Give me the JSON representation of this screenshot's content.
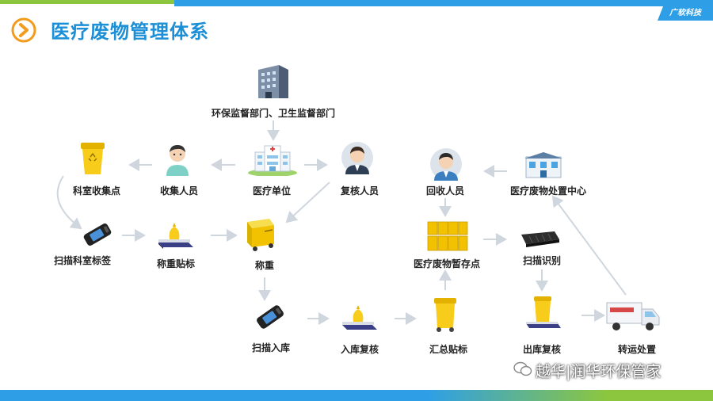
{
  "brand": "广软科技",
  "title": "医疗废物管理体系",
  "watermark": "越华|润华环保管家",
  "nodes": {
    "supervision": "环保监督部门、卫生监督部门",
    "dept_collect_point": "科室收集点",
    "collector": "收集人员",
    "medical_unit": "医疗单位",
    "reviewer": "复核人员",
    "recycler": "回收人员",
    "disposal_center": "医疗废物处置中心",
    "scan_dept_label": "扫描科室标签",
    "weigh_label": "称重贴标",
    "weigh": "称重",
    "temp_storage": "医疗废物暂存点",
    "scan_identify": "扫描识别",
    "scan_in": "扫描入库",
    "in_review": "入库复核",
    "summary_label": "汇总贴标",
    "out_review": "出库复核",
    "transport": "转运处置"
  },
  "colors": {
    "title": "#1c8fd6",
    "accent_blue": "#2e9fe6",
    "accent_green": "#8cc63f",
    "arrow": "#cfd6de",
    "bin_yellow": "#f2c100"
  }
}
